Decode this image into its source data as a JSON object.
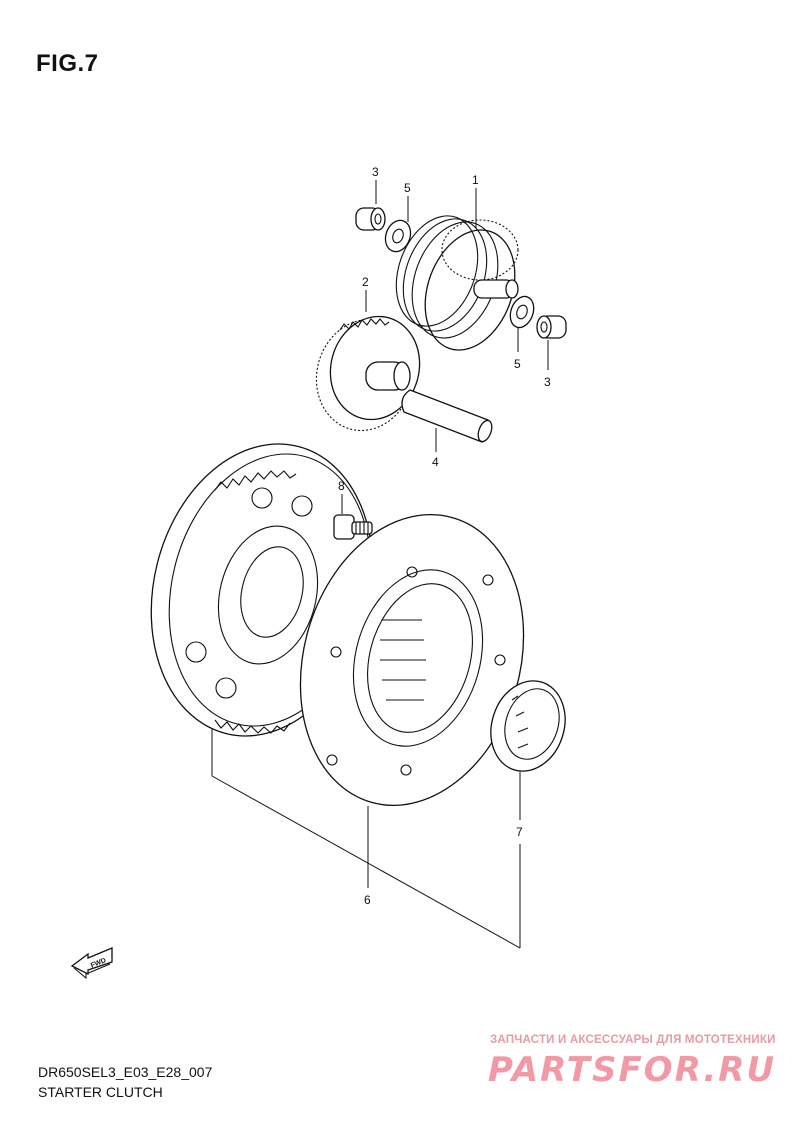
{
  "figure_title": "FIG.7",
  "diagram_code": "DR650SEL3_E03_E28_007",
  "caption": "STARTER CLUTCH",
  "direction_icon_text": "FWD",
  "callouts": [
    {
      "id": "c3a",
      "text": "3"
    },
    {
      "id": "c5a",
      "text": "5"
    },
    {
      "id": "c1",
      "text": "1"
    },
    {
      "id": "c2",
      "text": "2"
    },
    {
      "id": "c5b",
      "text": "5"
    },
    {
      "id": "c3b",
      "text": "3"
    },
    {
      "id": "c4",
      "text": "4"
    },
    {
      "id": "c8",
      "text": "8"
    },
    {
      "id": "c7",
      "text": "7"
    },
    {
      "id": "c6",
      "text": "6"
    }
  ],
  "watermark": {
    "tagline": "ЗАПЧАСТИ И АКСЕССУАРЫ ДЛЯ МОТОТЕХНИКИ",
    "logo": "PARTSFOR.RU",
    "color": "#f19aa6"
  }
}
